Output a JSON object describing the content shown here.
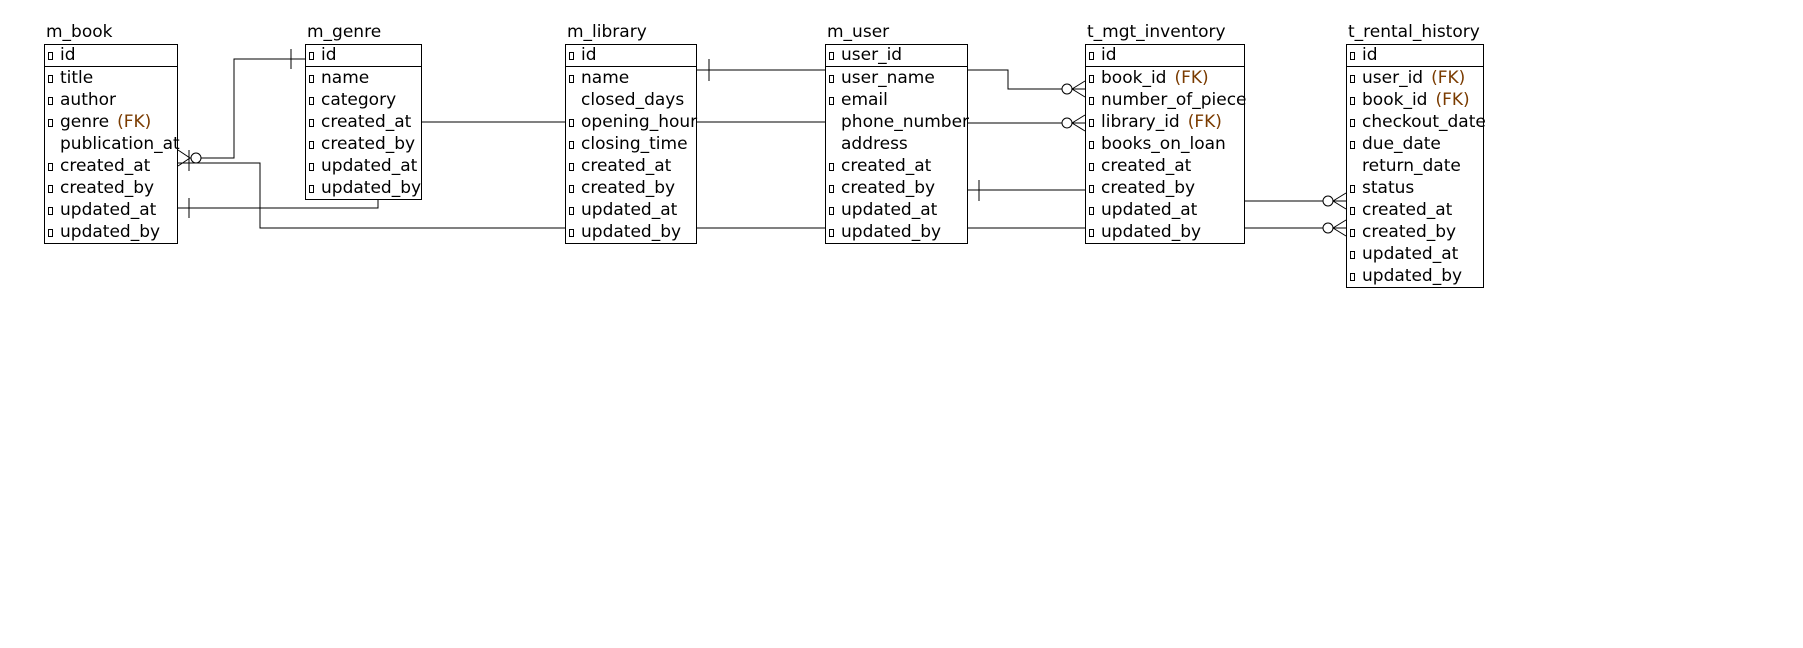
{
  "entities": [
    {
      "id": "m_book",
      "name": "m_book",
      "pk": {
        "name": "id"
      },
      "attrs": [
        {
          "name": "title",
          "mark": true
        },
        {
          "name": "author",
          "mark": true
        },
        {
          "name": "genre",
          "mark": true,
          "fk": "(FK)"
        },
        {
          "name": "publication_at",
          "mark": false
        },
        {
          "name": "created_at",
          "mark": true
        },
        {
          "name": "created_by",
          "mark": true
        },
        {
          "name": "updated_at",
          "mark": true
        },
        {
          "name": "updated_by",
          "mark": true
        }
      ]
    },
    {
      "id": "m_genre",
      "name": "m_genre",
      "pk": {
        "name": "id"
      },
      "attrs": [
        {
          "name": "name",
          "mark": true
        },
        {
          "name": "category",
          "mark": true
        },
        {
          "name": "created_at",
          "mark": true
        },
        {
          "name": "created_by",
          "mark": true
        },
        {
          "name": "updated_at",
          "mark": true
        },
        {
          "name": "updated_by",
          "mark": true
        }
      ]
    },
    {
      "id": "m_library",
      "name": "m_library",
      "pk": {
        "name": "id"
      },
      "attrs": [
        {
          "name": "name",
          "mark": true
        },
        {
          "name": "closed_days",
          "mark": false
        },
        {
          "name": "opening_hour",
          "mark": true
        },
        {
          "name": "closing_time",
          "mark": true
        },
        {
          "name": "created_at",
          "mark": true
        },
        {
          "name": "created_by",
          "mark": true
        },
        {
          "name": "updated_at",
          "mark": true
        },
        {
          "name": "updated_by",
          "mark": true
        }
      ]
    },
    {
      "id": "m_user",
      "name": "m_user",
      "pk": {
        "name": "user_id"
      },
      "attrs": [
        {
          "name": "user_name",
          "mark": true
        },
        {
          "name": "email",
          "mark": true
        },
        {
          "name": "phone_number",
          "mark": false
        },
        {
          "name": "address",
          "mark": false
        },
        {
          "name": "created_at",
          "mark": true
        },
        {
          "name": "created_by",
          "mark": true
        },
        {
          "name": "updated_at",
          "mark": true
        },
        {
          "name": "updated_by",
          "mark": true
        }
      ]
    },
    {
      "id": "t_mgt_inventory",
      "name": "t_mgt_inventory",
      "pk": {
        "name": "id"
      },
      "attrs": [
        {
          "name": "book_id",
          "mark": true,
          "fk": "(FK)"
        },
        {
          "name": "number_of_piece",
          "mark": true
        },
        {
          "name": "library_id",
          "mark": true,
          "fk": "(FK)"
        },
        {
          "name": "books_on_loan",
          "mark": true
        },
        {
          "name": "created_at",
          "mark": true
        },
        {
          "name": "created_by",
          "mark": true
        },
        {
          "name": "updated_at",
          "mark": true
        },
        {
          "name": "updated_by",
          "mark": true
        }
      ]
    },
    {
      "id": "t_rental_history",
      "name": "t_rental_history",
      "pk": {
        "name": "id"
      },
      "attrs": [
        {
          "name": "user_id",
          "mark": true,
          "fk": "(FK)"
        },
        {
          "name": "book_id",
          "mark": true,
          "fk": "(FK)"
        },
        {
          "name": "checkout_date",
          "mark": true
        },
        {
          "name": "due_date",
          "mark": true
        },
        {
          "name": "return_date",
          "mark": false
        },
        {
          "name": "status",
          "mark": true
        },
        {
          "name": "created_at",
          "mark": true
        },
        {
          "name": "created_by",
          "mark": true
        },
        {
          "name": "updated_at",
          "mark": true
        },
        {
          "name": "updated_by",
          "mark": true
        }
      ]
    }
  ],
  "colors": {
    "line": "#000000",
    "fk": "#7a3b00",
    "background": "#ffffff"
  }
}
